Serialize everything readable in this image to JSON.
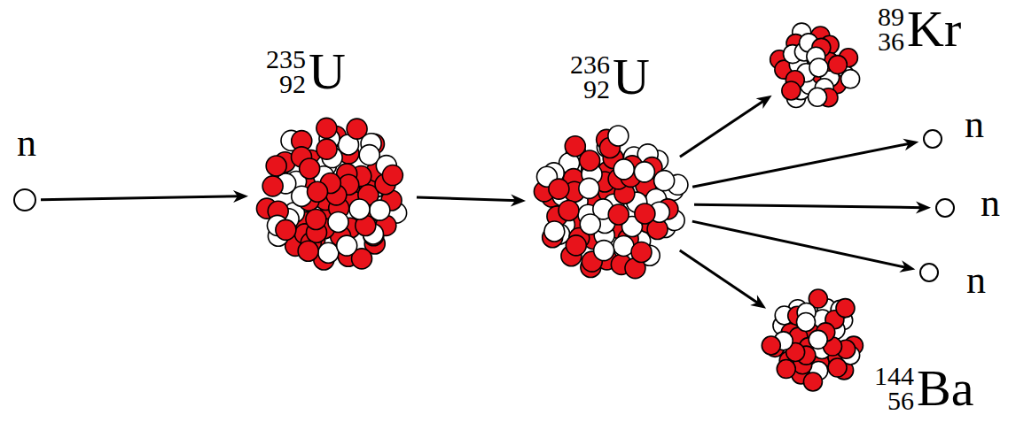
{
  "diagram": {
    "nodes": [
      {
        "text": [
          "n"
        ]
      },
      {
        "text": [
          "235",
          "92",
          "U"
        ]
      },
      {
        "text": [
          "236",
          "92",
          "U"
        ]
      },
      {
        "text": [
          "89",
          "36",
          "Kr"
        ]
      },
      {
        "text": [
          "n"
        ]
      },
      {
        "text": [
          "n"
        ]
      },
      {
        "text": [
          "n"
        ]
      },
      {
        "text": [
          "144",
          "56",
          "Ba"
        ]
      }
    ],
    "edges": [
      {
        "from": 0,
        "to": 1,
        "arrow": "to"
      },
      {
        "from": 1,
        "to": 2,
        "arrow": "to"
      },
      {
        "from": 2,
        "to": 3,
        "arrow": "to"
      },
      {
        "from": 2,
        "to": 4,
        "arrow": "to"
      },
      {
        "from": 2,
        "to": 5,
        "arrow": "to"
      },
      {
        "from": 2,
        "to": 6,
        "arrow": "to"
      },
      {
        "from": 2,
        "to": 7,
        "arrow": "to"
      }
    ]
  }
}
